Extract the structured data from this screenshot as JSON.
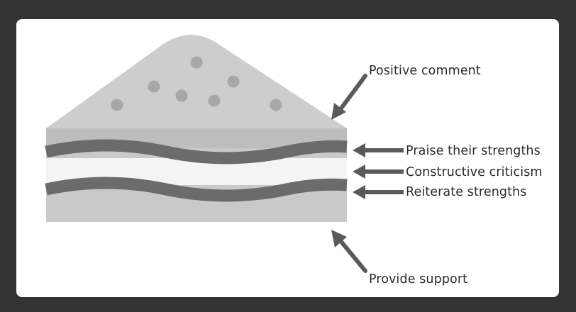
{
  "diagram": {
    "labels": {
      "positive_comment": "Positive comment",
      "praise": "Praise their strengths",
      "constructive": "Constructive criticism",
      "reiterate": "Reiterate strengths",
      "support": "Provide support"
    },
    "colors": {
      "background": "#333333",
      "card": "#ffffff",
      "bread_top": "#cdcdcd",
      "crust_band": "#bdbdbd",
      "crumb_dots": "#a7a7a7",
      "wave_dark": "#6b6b6b",
      "filling_light": "#f4f4f4",
      "bread_bottom": "#c9c9c9",
      "arrows": "#5a5a5a"
    }
  }
}
